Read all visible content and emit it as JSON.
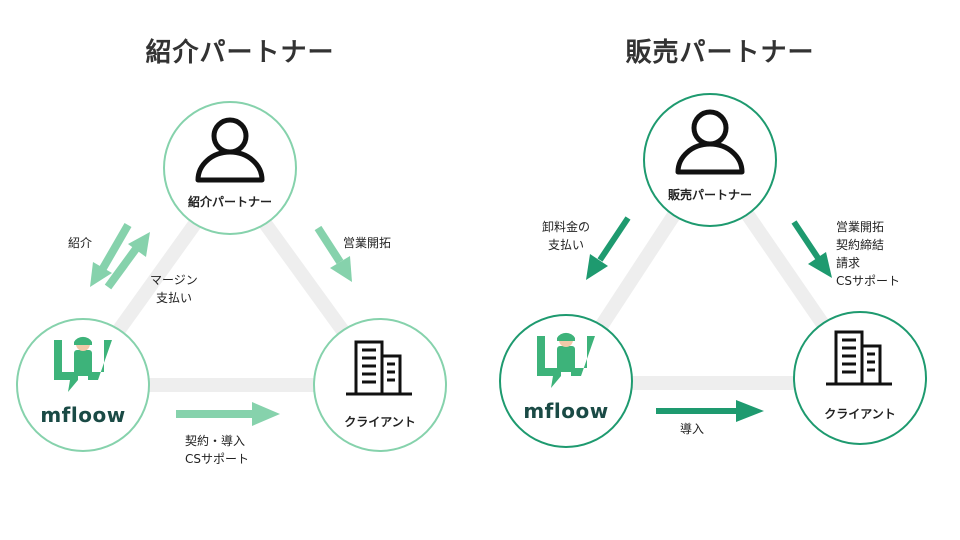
{
  "left": {
    "title": "紹介パートナー",
    "partner_label": "紹介パートナー",
    "client_label": "クライアント",
    "brand": "mfloow",
    "arrow_intro": "紹介",
    "arrow_margin": [
      "マージン",
      "支払い"
    ],
    "arrow_sales": "営業開拓",
    "arrow_bottom": [
      "契約・導入",
      "CSサポート"
    ]
  },
  "right": {
    "title": "販売パートナー",
    "partner_label": "販売パートナー",
    "client_label": "クライアント",
    "brand": "mfloow",
    "arrow_payment": [
      "卸料金の",
      "支払い"
    ],
    "arrow_sales": [
      "営業開拓",
      "契約締結",
      "請求",
      "CSサポート"
    ],
    "arrow_bottom": "導入"
  },
  "colors": {
    "light_green": "#86d2ac",
    "dark_green": "#1e9a6f",
    "triangle": "#eeeeee"
  }
}
